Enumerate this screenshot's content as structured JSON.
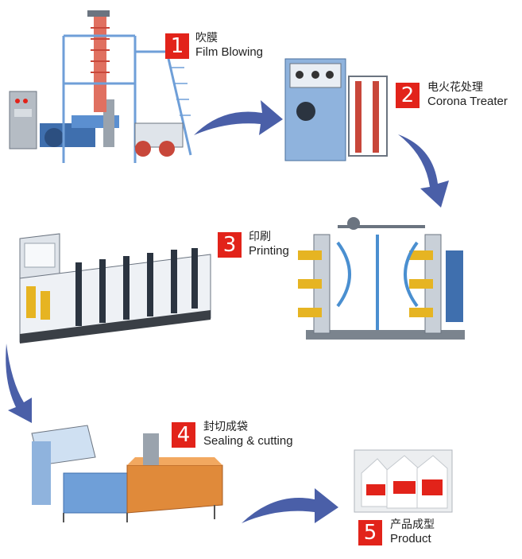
{
  "steps": [
    {
      "number": "1",
      "label_zh": "吹膜",
      "label_en": "Film Blowing"
    },
    {
      "number": "2",
      "label_zh": "电火花处理",
      "label_en": "Corona Treater"
    },
    {
      "number": "3",
      "label_zh": "印刷",
      "label_en": "Printing"
    },
    {
      "number": "4",
      "label_zh": "封切成袋",
      "label_en": "Sealing & cutting"
    },
    {
      "number": "5",
      "label_zh": "产品成型",
      "label_en": "Product"
    }
  ],
  "colors": {
    "step_badge": "#e2231a",
    "arrow": "#4a5fa8",
    "machine_blue": "#5b8fd0",
    "machine_red": "#c8473a",
    "machine_orange": "#e08a3a",
    "machine_grey": "#9aa3ad"
  }
}
